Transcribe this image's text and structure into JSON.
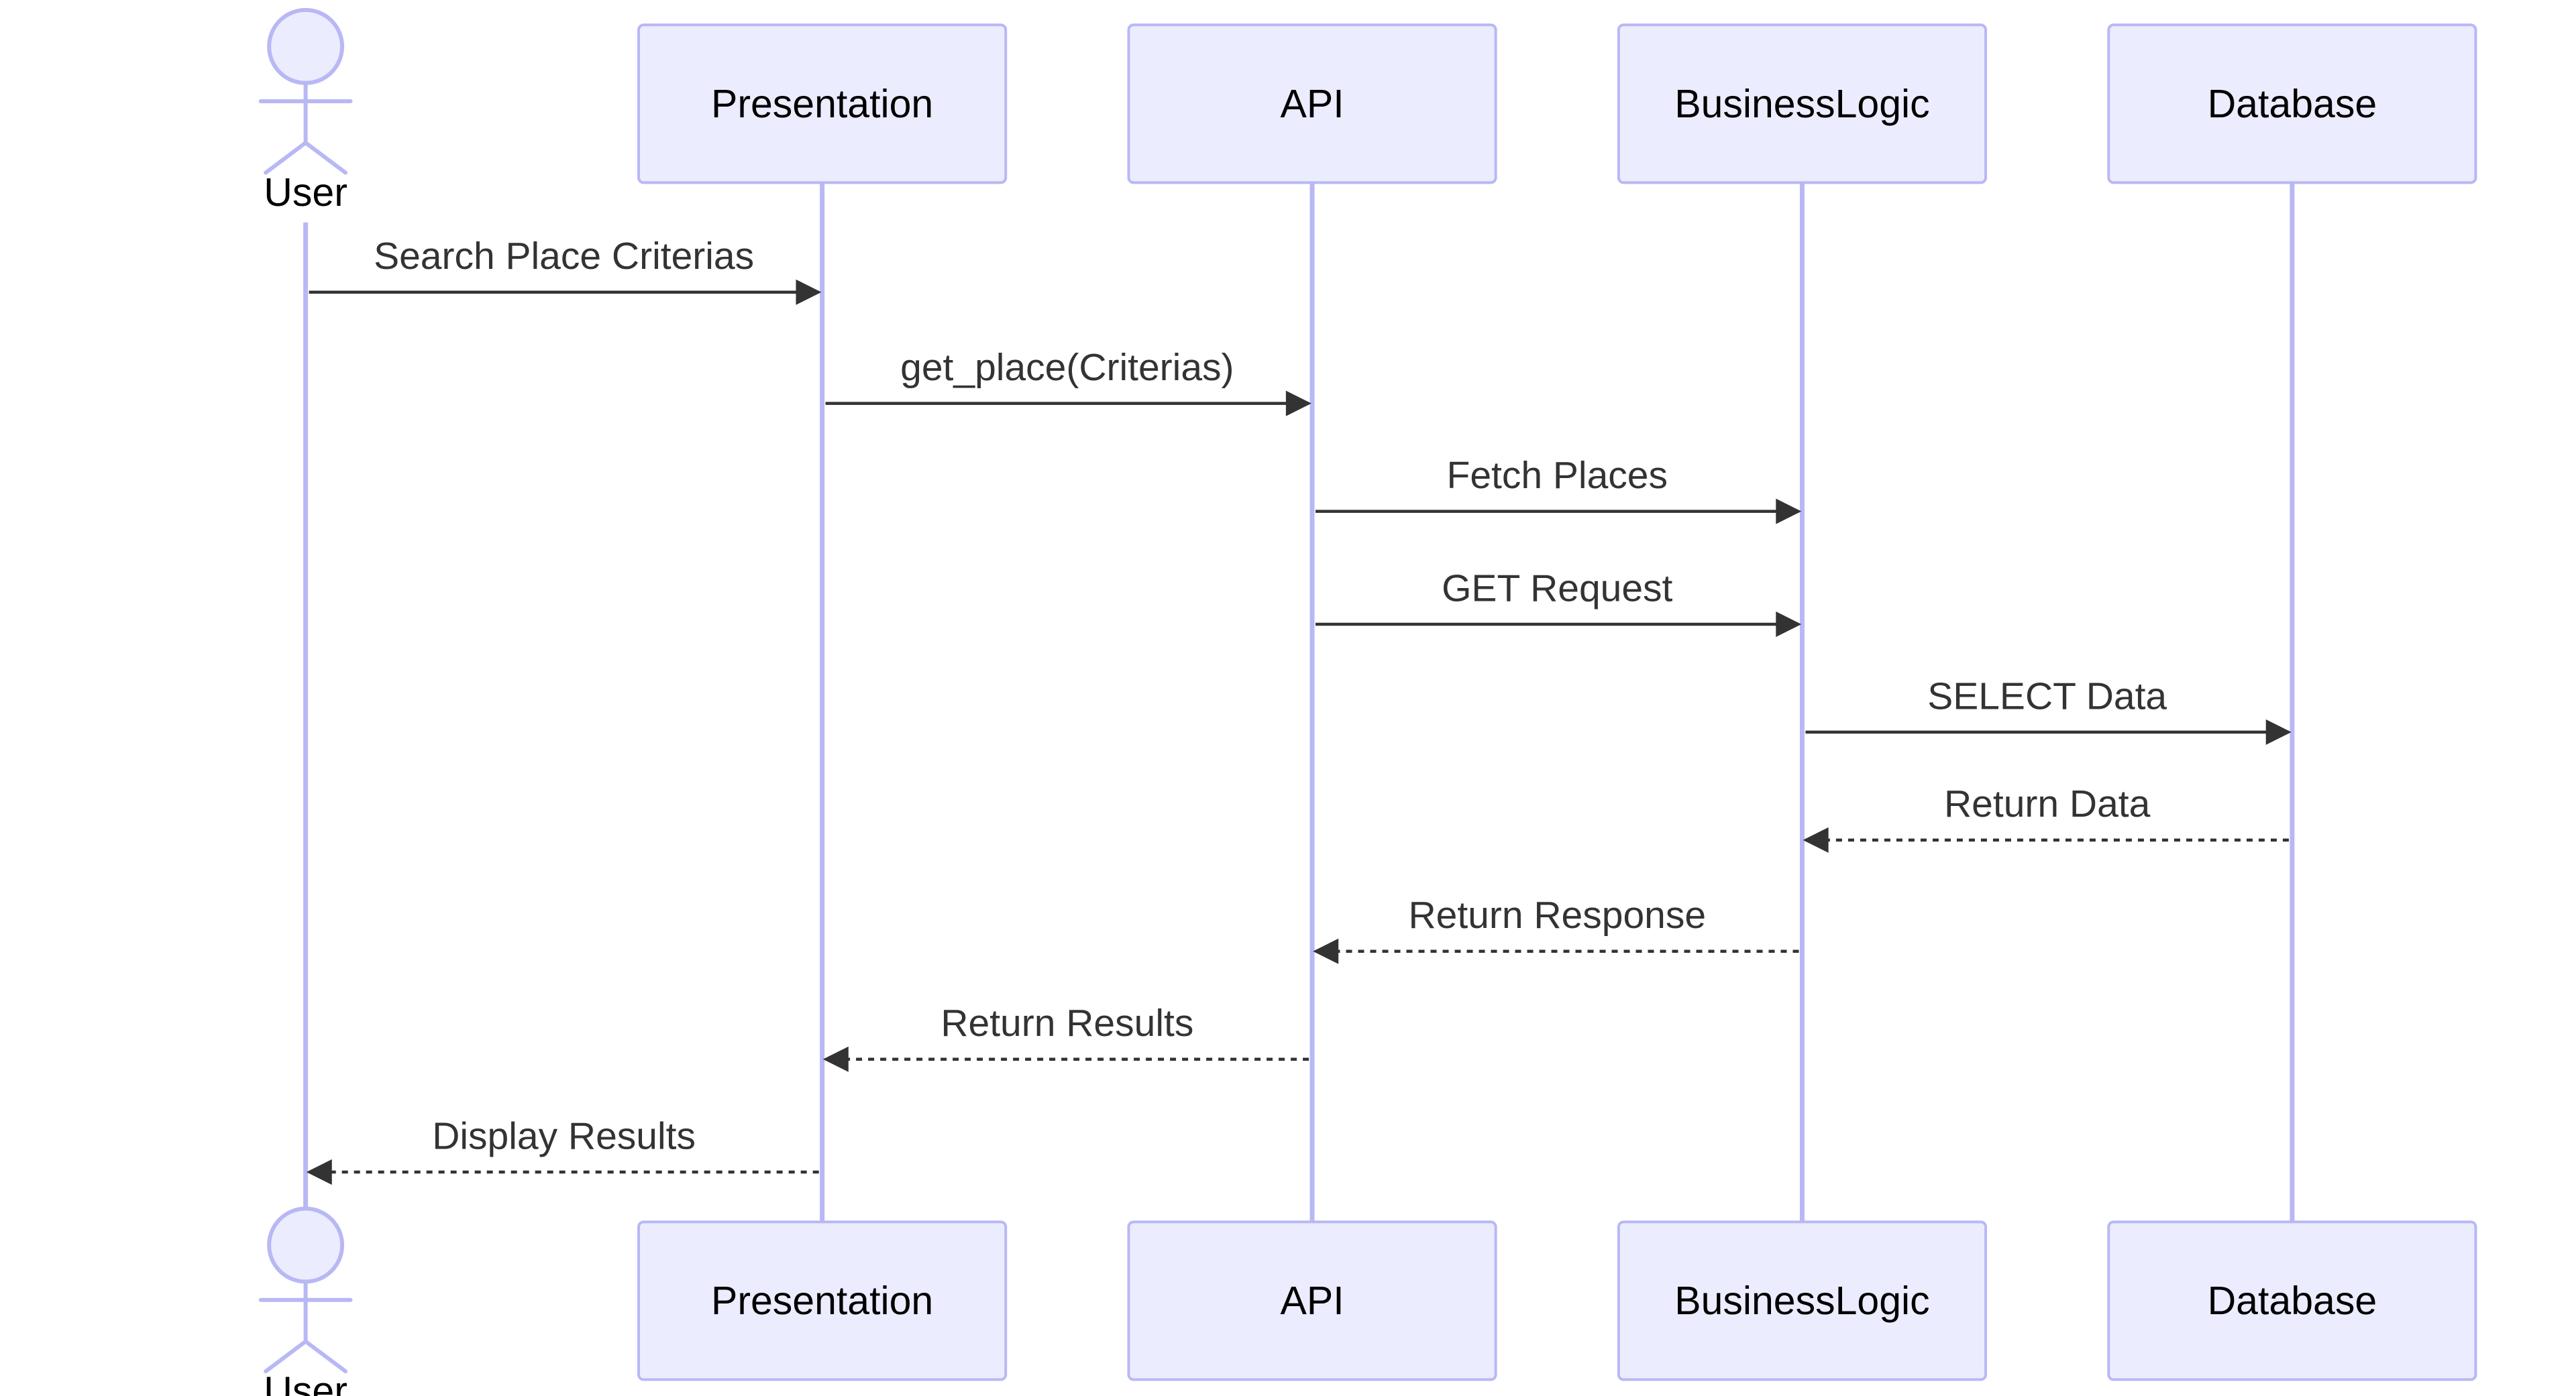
{
  "colors": {
    "actor_fill": "#ECECFF",
    "actor_border": "#9370DB",
    "lifeline": "#B8B8F5",
    "arrow": "#333333",
    "message_text": "#333333",
    "actor_text": "#000000"
  },
  "participants": [
    {
      "id": "user",
      "label": "User",
      "kind": "stick-figure"
    },
    {
      "id": "presentation",
      "label": "Presentation",
      "kind": "box"
    },
    {
      "id": "api",
      "label": "API",
      "kind": "box"
    },
    {
      "id": "businesslogic",
      "label": "BusinessLogic",
      "kind": "box"
    },
    {
      "id": "database",
      "label": "Database",
      "kind": "box"
    }
  ],
  "messages": [
    {
      "from": "user",
      "to": "presentation",
      "label": "Search Place Criterias",
      "style": "solid"
    },
    {
      "from": "presentation",
      "to": "api",
      "label": "get_place(Criterias)",
      "style": "solid"
    },
    {
      "from": "api",
      "to": "businesslogic",
      "label": "Fetch Places",
      "style": "solid"
    },
    {
      "from": "api",
      "to": "businesslogic",
      "label": "GET Request",
      "style": "solid"
    },
    {
      "from": "businesslogic",
      "to": "database",
      "label": "SELECT Data",
      "style": "solid"
    },
    {
      "from": "database",
      "to": "businesslogic",
      "label": "Return Data",
      "style": "dashed"
    },
    {
      "from": "businesslogic",
      "to": "api",
      "label": "Return Response",
      "style": "dashed"
    },
    {
      "from": "api",
      "to": "presentation",
      "label": "Return Results",
      "style": "dashed"
    },
    {
      "from": "presentation",
      "to": "user",
      "label": "Display Results",
      "style": "dashed"
    }
  ]
}
